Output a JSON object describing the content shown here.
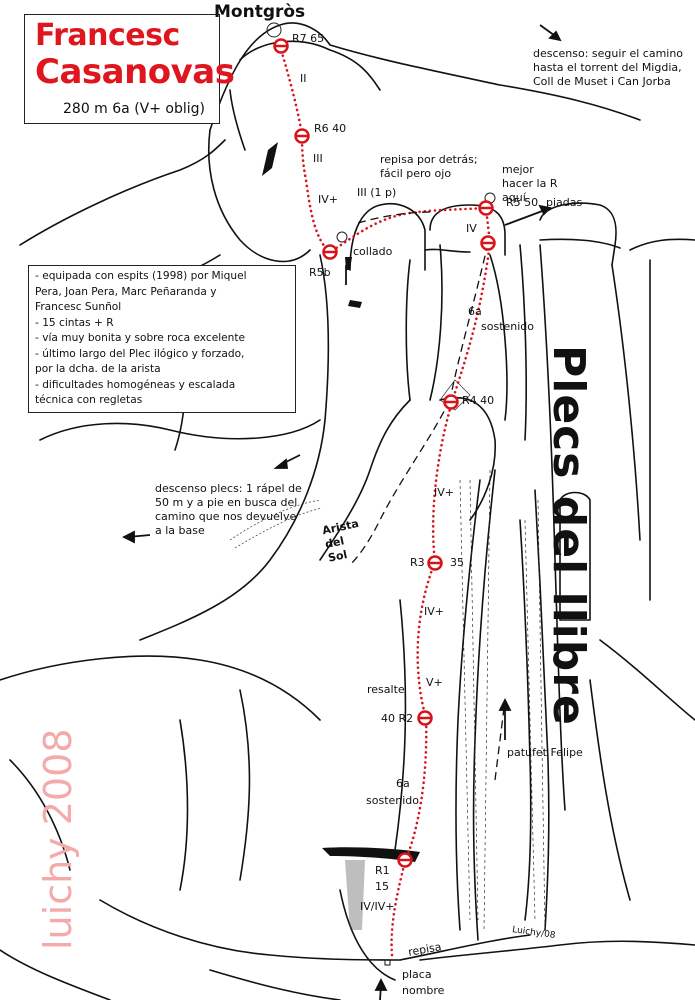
{
  "title": {
    "line1": "Francesc",
    "line2": "Casanovas",
    "subtitle": "280 m 6a (V+ oblig)"
  },
  "peak_name": "Montgròs",
  "wall_name": "Plecs del llibre",
  "info_box": {
    "lines": [
      "- equipada con espits (1998) por Miquel",
      "Pera, Joan Pera, Marc Peñaranda y",
      "Francesc Sunñol",
      "- 15 cintas + R",
      "- vía muy bonita y sobre roca excelente",
      "- último largo del Plec ilógico y forzado,",
      "por la dcha. de la arista",
      "- dificultades homogéneas y escalada",
      "técnica con regletas"
    ]
  },
  "notes": {
    "descent_top": "descenso: seguir el camino hasta el torrent del Migdia, Coll de Muset i Can Jorba",
    "descent_plecs": "descenso plecs: 1 rápel de 50 m y a pie en busca del camino que nos devuelve a la base",
    "ledge_behind": "repisa por detrás; fácil pero ojo",
    "better_anchor": "mejor hacer la R aquí",
    "arista": "Arista del Sol",
    "patufet": "patufet Felipe"
  },
  "belays": [
    {
      "name": "R7",
      "length": "65",
      "label": "R7 65"
    },
    {
      "name": "R6",
      "length": "40",
      "label": "R6 40"
    },
    {
      "name": "R5b",
      "label": "R5b"
    },
    {
      "name": "R5",
      "length": "50",
      "label": "R5 50"
    },
    {
      "name": "R4",
      "length": "40",
      "label": "R4 40"
    },
    {
      "name": "R3",
      "length": "35",
      "label": "R3",
      "length_label": "35"
    },
    {
      "name": "R2",
      "length": "40",
      "label": "40 R2"
    },
    {
      "name": "R1",
      "length": "15",
      "label": "R1",
      "length_label": "15"
    }
  ],
  "grades": {
    "p7": "II",
    "p6": "III",
    "p5b": "IV+",
    "traverse": "III (1 p)",
    "p5": "IV",
    "p4": "6a",
    "p4_note": "sostenido",
    "p3": "IV+",
    "p3b": "IV+",
    "p2": "V+",
    "p1": "6a",
    "p1_note": "sostenido",
    "start": "IV/IV+"
  },
  "features": {
    "collado": "collado",
    "piadas": "piadas",
    "resalte": "resalte",
    "repisa": "repisa",
    "placa": "placa",
    "nombre": "nombre"
  },
  "signature": "luichy 2008",
  "small_signature": "Luichy/08",
  "colors": {
    "route": "#d8141b",
    "belay": "#d8141b",
    "title": "#e0161f",
    "ink": "#111111",
    "watermark": "#f4aaaa"
  }
}
